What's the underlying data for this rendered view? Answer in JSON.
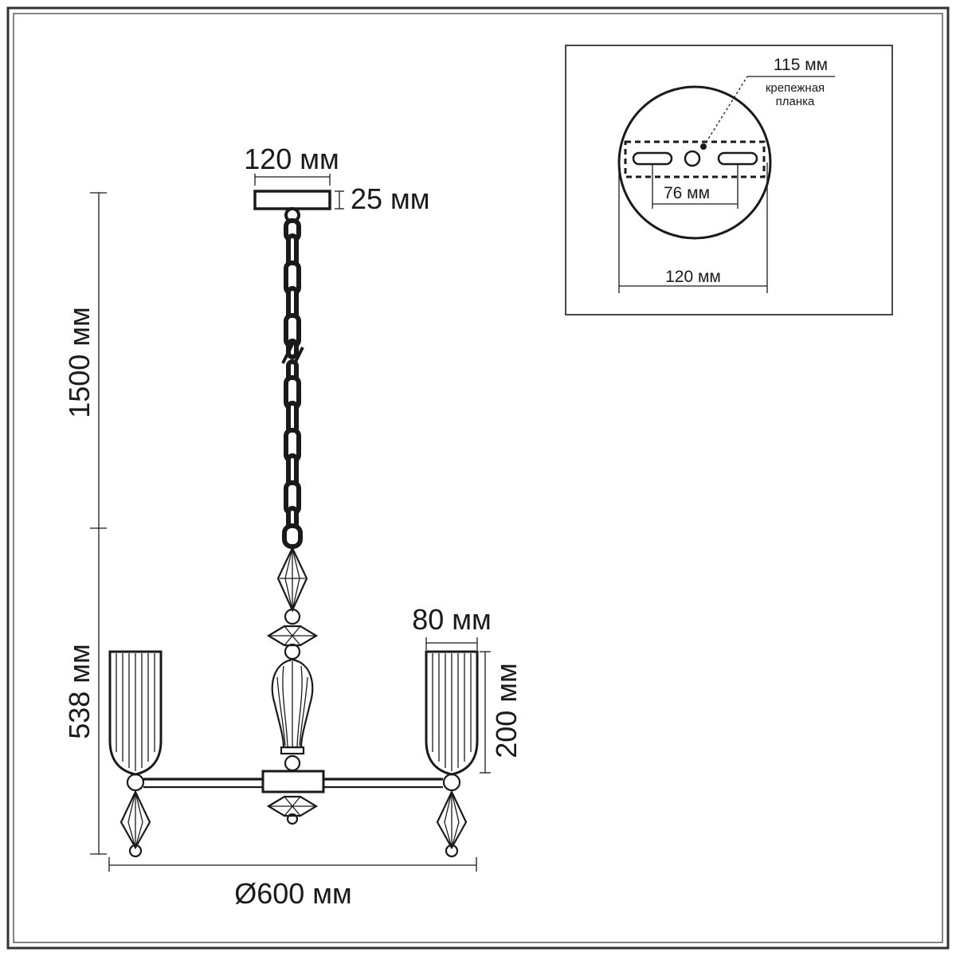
{
  "dimensions": {
    "canopy_width": "120 мм",
    "canopy_height": "25 мм",
    "suspension_height": "1500 мм",
    "body_height": "538 мм",
    "shade_width": "80 мм",
    "shade_height": "200 мм",
    "diameter": "Ø600 мм"
  },
  "mount_inset": {
    "plate_size": "115 мм",
    "plate_label_line1": "крепежная",
    "plate_label_line2": "планка",
    "hole_spacing": "76 мм",
    "base_diameter": "120 мм"
  }
}
